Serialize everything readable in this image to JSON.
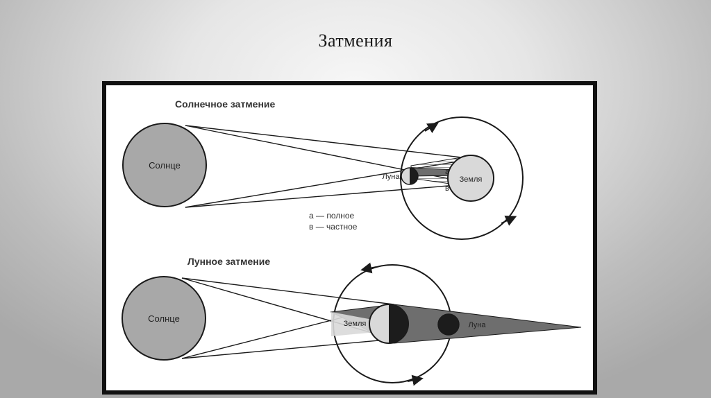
{
  "slide": {
    "title": "Затмения"
  },
  "solar_eclipse": {
    "heading": "Солнечное затмение",
    "sun_label": "Солнце",
    "moon_label": "Луна",
    "earth_label": "Земля",
    "zone_a": "а",
    "zone_b": "в",
    "legend": [
      "а — полное",
      "в — частное"
    ]
  },
  "lunar_eclipse": {
    "heading": "Лунное затмение",
    "sun_label": "Солнце",
    "earth_label": "Земля",
    "moon_label": "Луна"
  },
  "colors": {
    "sun_fill": "#a8a8a8",
    "earth_fill": "#d9d9d9",
    "shadow_fill": "#6e6e6e",
    "dark_fill": "#1c1c1c",
    "ink": "#1a1a1a"
  }
}
